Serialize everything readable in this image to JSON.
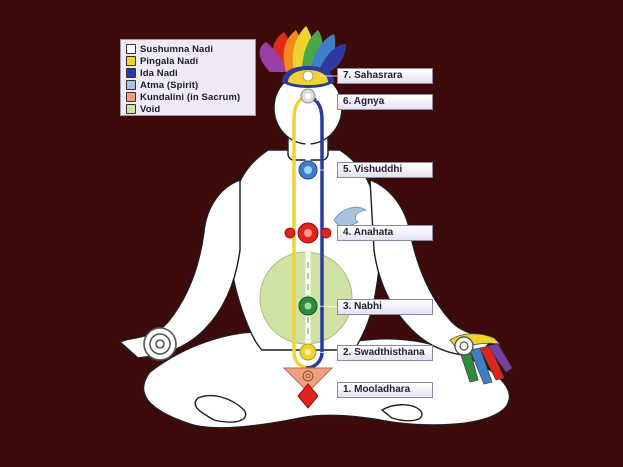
{
  "legend": {
    "items": [
      {
        "label": "Sushumna Nadi",
        "color": "#ffffff"
      },
      {
        "label": "Pingala Nadi",
        "color": "#f2d22e"
      },
      {
        "label": "Ida Nadi",
        "color": "#2b3a9c"
      },
      {
        "label": "Atma (Spirit)",
        "color": "#a9c3df"
      },
      {
        "label": "Kundalini (in Sacrum)",
        "color": "#f0a07e"
      },
      {
        "label": "Void",
        "color": "#cfe3a4"
      }
    ]
  },
  "chakras": [
    {
      "label": "7. Sahasrara"
    },
    {
      "label": "6. Agnya"
    },
    {
      "label": "5. Vishuddhi"
    },
    {
      "label": "4. Anahata"
    },
    {
      "label": "3. Nabhi"
    },
    {
      "label": "2. Swadthisthana"
    },
    {
      "label": "1. Mooladhara"
    }
  ],
  "colors": {
    "background": "#3d0a0a",
    "body_fill": "#ffffff",
    "void": "#cfe3a4",
    "sushumna": "#ffffff",
    "pingala": "#f2d22e",
    "ida": "#2b3a9c",
    "anahata": "#e0241d",
    "nabhi": "#2e8b3a",
    "vishuddhi": "#3f7fc8"
  }
}
